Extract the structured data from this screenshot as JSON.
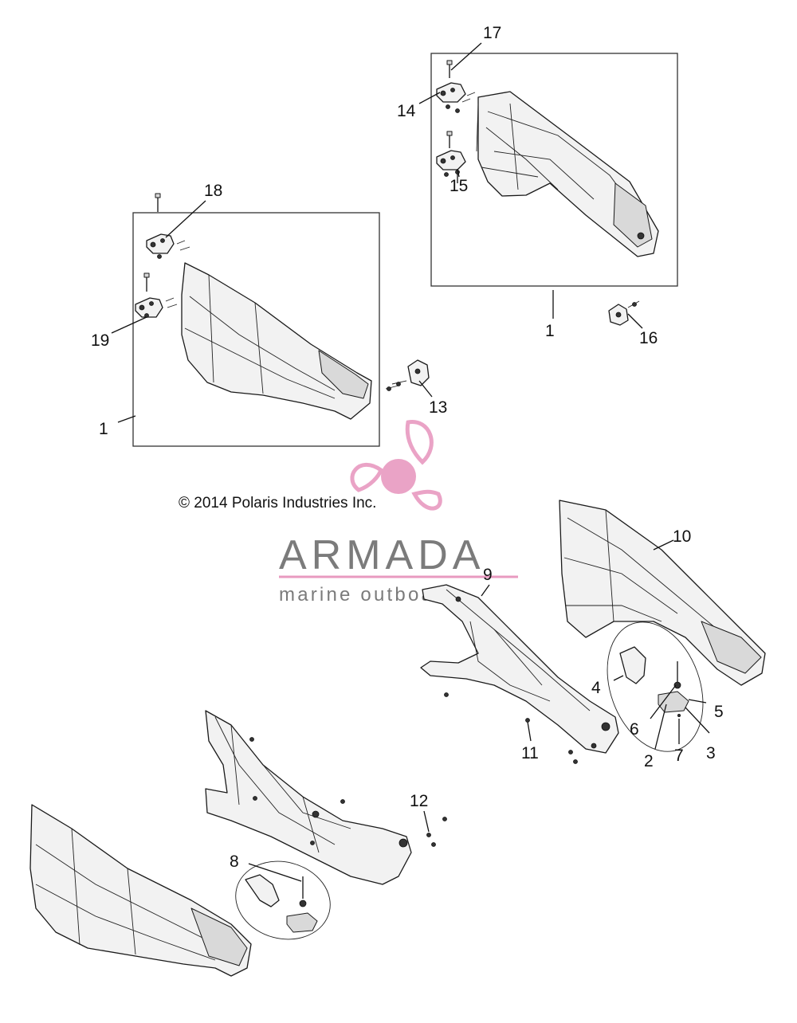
{
  "diagram": {
    "copyright": "© 2014 Polaris Industries Inc.",
    "watermark": {
      "brand": "ARMADA",
      "tagline": "marine outboards",
      "colors": {
        "text": "#7b7b7b",
        "accent": "#e89ac0"
      }
    },
    "callouts": {
      "c1a": "1",
      "c1b": "1",
      "c2": "2",
      "c3": "3",
      "c4": "4",
      "c5": "5",
      "c6": "6",
      "c7": "7",
      "c8": "8",
      "c9": "9",
      "c10": "10",
      "c11": "11",
      "c12": "12",
      "c13": "13",
      "c14": "14",
      "c15": "15",
      "c16": "16",
      "c17": "17",
      "c18": "18",
      "c19": "19"
    }
  }
}
